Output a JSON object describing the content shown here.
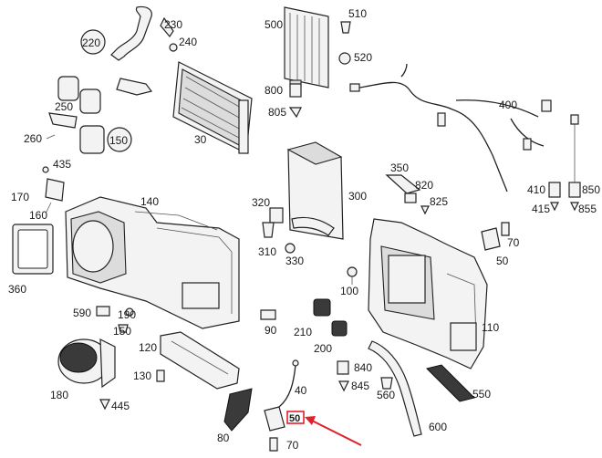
{
  "colors": {
    "highlight": "#e0202a",
    "ink": "#1a1a1a",
    "part_fill": "#f3f3f3"
  },
  "labels": {
    "p220": "220",
    "p230": "230",
    "p240": "240",
    "p250": "250",
    "p150": "150",
    "p260": "260",
    "p30": "30",
    "p500": "500",
    "p510": "510",
    "p520": "520",
    "p800": "800",
    "p805": "805",
    "p400": "400",
    "p435": "435",
    "p170": "170",
    "p160": "160",
    "p140": "140",
    "p360": "360",
    "p350": "350",
    "p820": "820",
    "p825": "825",
    "p320": "320",
    "p300": "300",
    "p310": "310",
    "p330": "330",
    "p410": "410",
    "p850": "850",
    "p415": "415",
    "p855": "855",
    "p70a": "70",
    "p50": "50",
    "p100": "100",
    "p590": "590",
    "p190": "190",
    "p150b": "150",
    "p90": "90",
    "p210": "210",
    "p120": "120",
    "p200": "200",
    "p110": "110",
    "p130": "130",
    "p180": "180",
    "p445": "445",
    "p840": "840",
    "p845": "845",
    "p560": "560",
    "p550": "550",
    "p40": "40",
    "p80": "80",
    "p50hl": "50",
    "p70b": "70",
    "p600": "600"
  }
}
